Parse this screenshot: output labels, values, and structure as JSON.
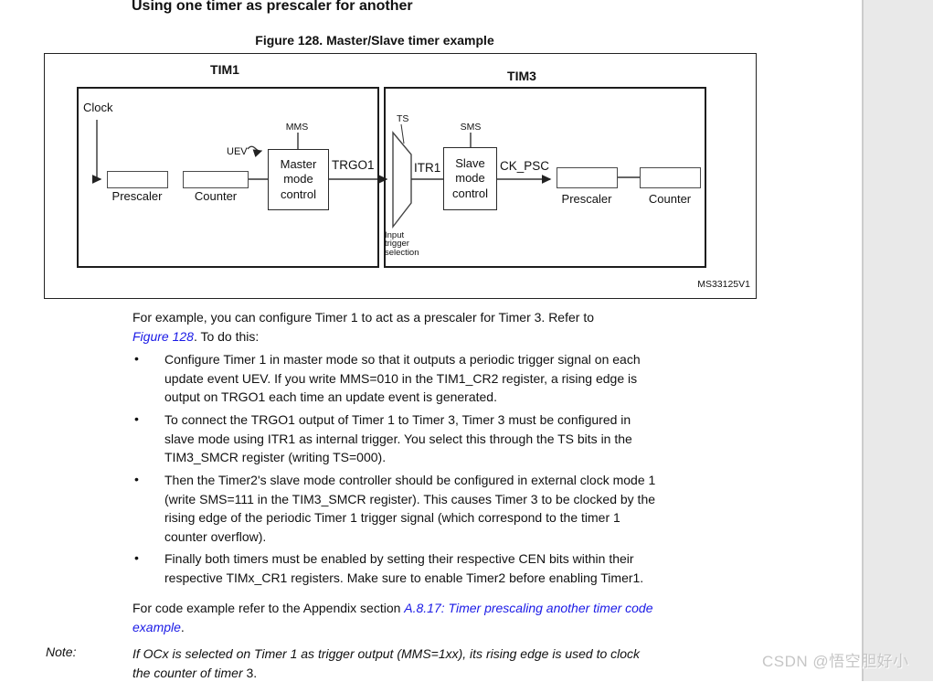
{
  "heading": "Using one timer as prescaler for another",
  "figure": {
    "caption": "Figure 128. Master/Slave timer example",
    "ref_code": "MS33125V1",
    "tim1": {
      "title": "TIM1",
      "clock_label": "Clock",
      "prescaler_label": "Prescaler",
      "counter_label": "Counter",
      "mms_label": "MMS",
      "uev_label": "UEV",
      "master_block": "Master\nmode\ncontrol",
      "trgo1_label": "TRGO1"
    },
    "tim3": {
      "title": "TIM3",
      "ts_label": "TS",
      "sms_label": "SMS",
      "itr1_label": "ITR1",
      "slave_block": "Slave\nmode\ncontrol",
      "ck_psc_label": "CK_PSC",
      "prescaler_label": "Prescaler",
      "counter_label": "Counter",
      "mux_label": "Input\ntrigger\nselection"
    }
  },
  "intro": {
    "text_before_link": "For example, you can configure Timer 1 to act as a prescaler for Timer 3. Refer to\n",
    "link": "Figure 128",
    "text_after_link": ". To do this:"
  },
  "bullets": [
    {
      "marker": "•",
      "text": "Configure Timer 1 in master mode so that it outputs a periodic trigger signal on each\nupdate event UEV. If you write MMS=010 in the TIM1_CR2 register, a rising edge is\noutput on TRGO1 each time an update event is generated."
    },
    {
      "marker": "•",
      "text": "To connect the TRGO1 output of Timer 1 to Timer 3, Timer 3 must be configured in\nslave mode using ITR1 as internal trigger. You select this through the TS bits in the\nTIM3_SMCR register (writing TS=000)."
    },
    {
      "marker": "•",
      "text": "Then the Timer2's slave mode controller should be configured in external clock mode 1\n(write SMS=111 in the TIM3_SMCR register). This causes Timer 3 to be clocked by the\nrising edge of the periodic Timer 1 trigger signal (which correspond to the timer 1\ncounter overflow)."
    },
    {
      "marker": "•",
      "text": "Finally both timers must be enabled by setting their respective CEN bits within their\nrespective TIMx_CR1 registers. Make sure to enable Timer2 before enabling Timer1."
    }
  ],
  "appendix": {
    "text_before_link": "For code example refer to the Appendix section ",
    "link": "A.8.17: Timer prescaling another timer code\nexample",
    "text_after_link": "."
  },
  "note": {
    "label": "Note:",
    "text_italic": "If OCx is selected on Timer 1 as trigger output (MMS=1xx), its rising edge is used to clock\nthe counter of timer ",
    "text_upright": "3."
  },
  "watermark": "CSDN @悟空胆好小",
  "colors": {
    "link_blue": "#1a1ae6",
    "page_bg": "#ffffff",
    "strip_bg": "#e9e9e9",
    "watermark_gray": "#c6c6c6",
    "text": "#111111"
  }
}
